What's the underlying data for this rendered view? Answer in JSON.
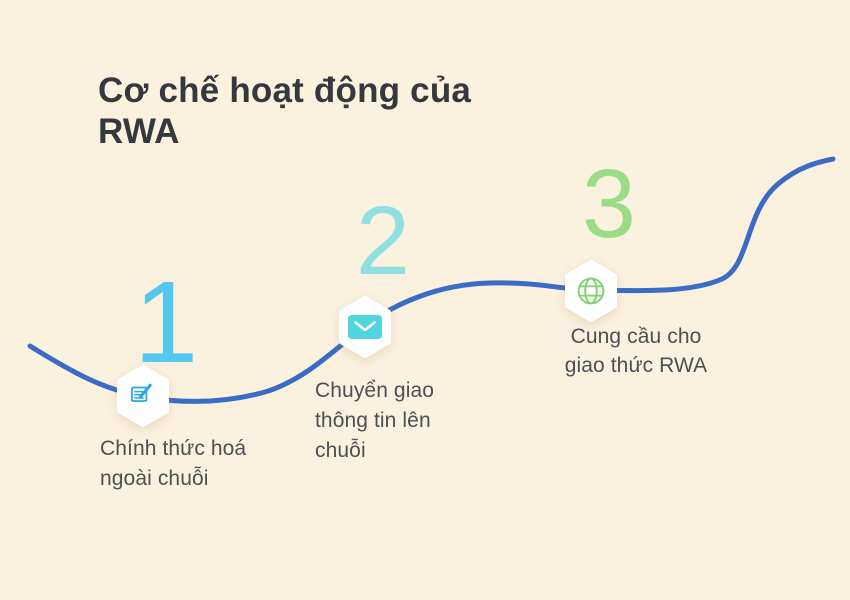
{
  "title": "Cơ chế hoạt động của RWA",
  "title_lines": [
    "Cơ chế hoạt động của",
    "RWA"
  ],
  "colors": {
    "background": "#FBF1DF",
    "curve": "#3A6CC5",
    "title_text": "#35383D",
    "step_text": "#4C5055",
    "badge_bg": "#FFFFFF",
    "step1_accent": "#55C8EF",
    "step2_accent": "#8FE1DF",
    "step3_accent": "#9CDC86",
    "icon1": "#2AA7E5",
    "icon2": "#4FD5DC",
    "icon3": "#7ED36F",
    "envelope_flap": "#FFFFFF"
  },
  "steps": [
    {
      "number": "1",
      "label": "Chính thức hoá ngoài chuỗi",
      "label_lines": [
        "Chính thức hoá",
        "ngoài chuỗi"
      ],
      "icon": "edit-note-icon"
    },
    {
      "number": "2",
      "label": "Chuyển giao thông tin lên chuỗi",
      "label_lines": [
        "Chuyển giao",
        "thông tin lên",
        "chuỗi"
      ],
      "icon": "envelope-icon"
    },
    {
      "number": "3",
      "label": "Cung cầu cho giao thức RWA",
      "label_lines": [
        "Cung cầu cho",
        "giao thức RWA"
      ],
      "icon": "globe-icon"
    }
  ]
}
